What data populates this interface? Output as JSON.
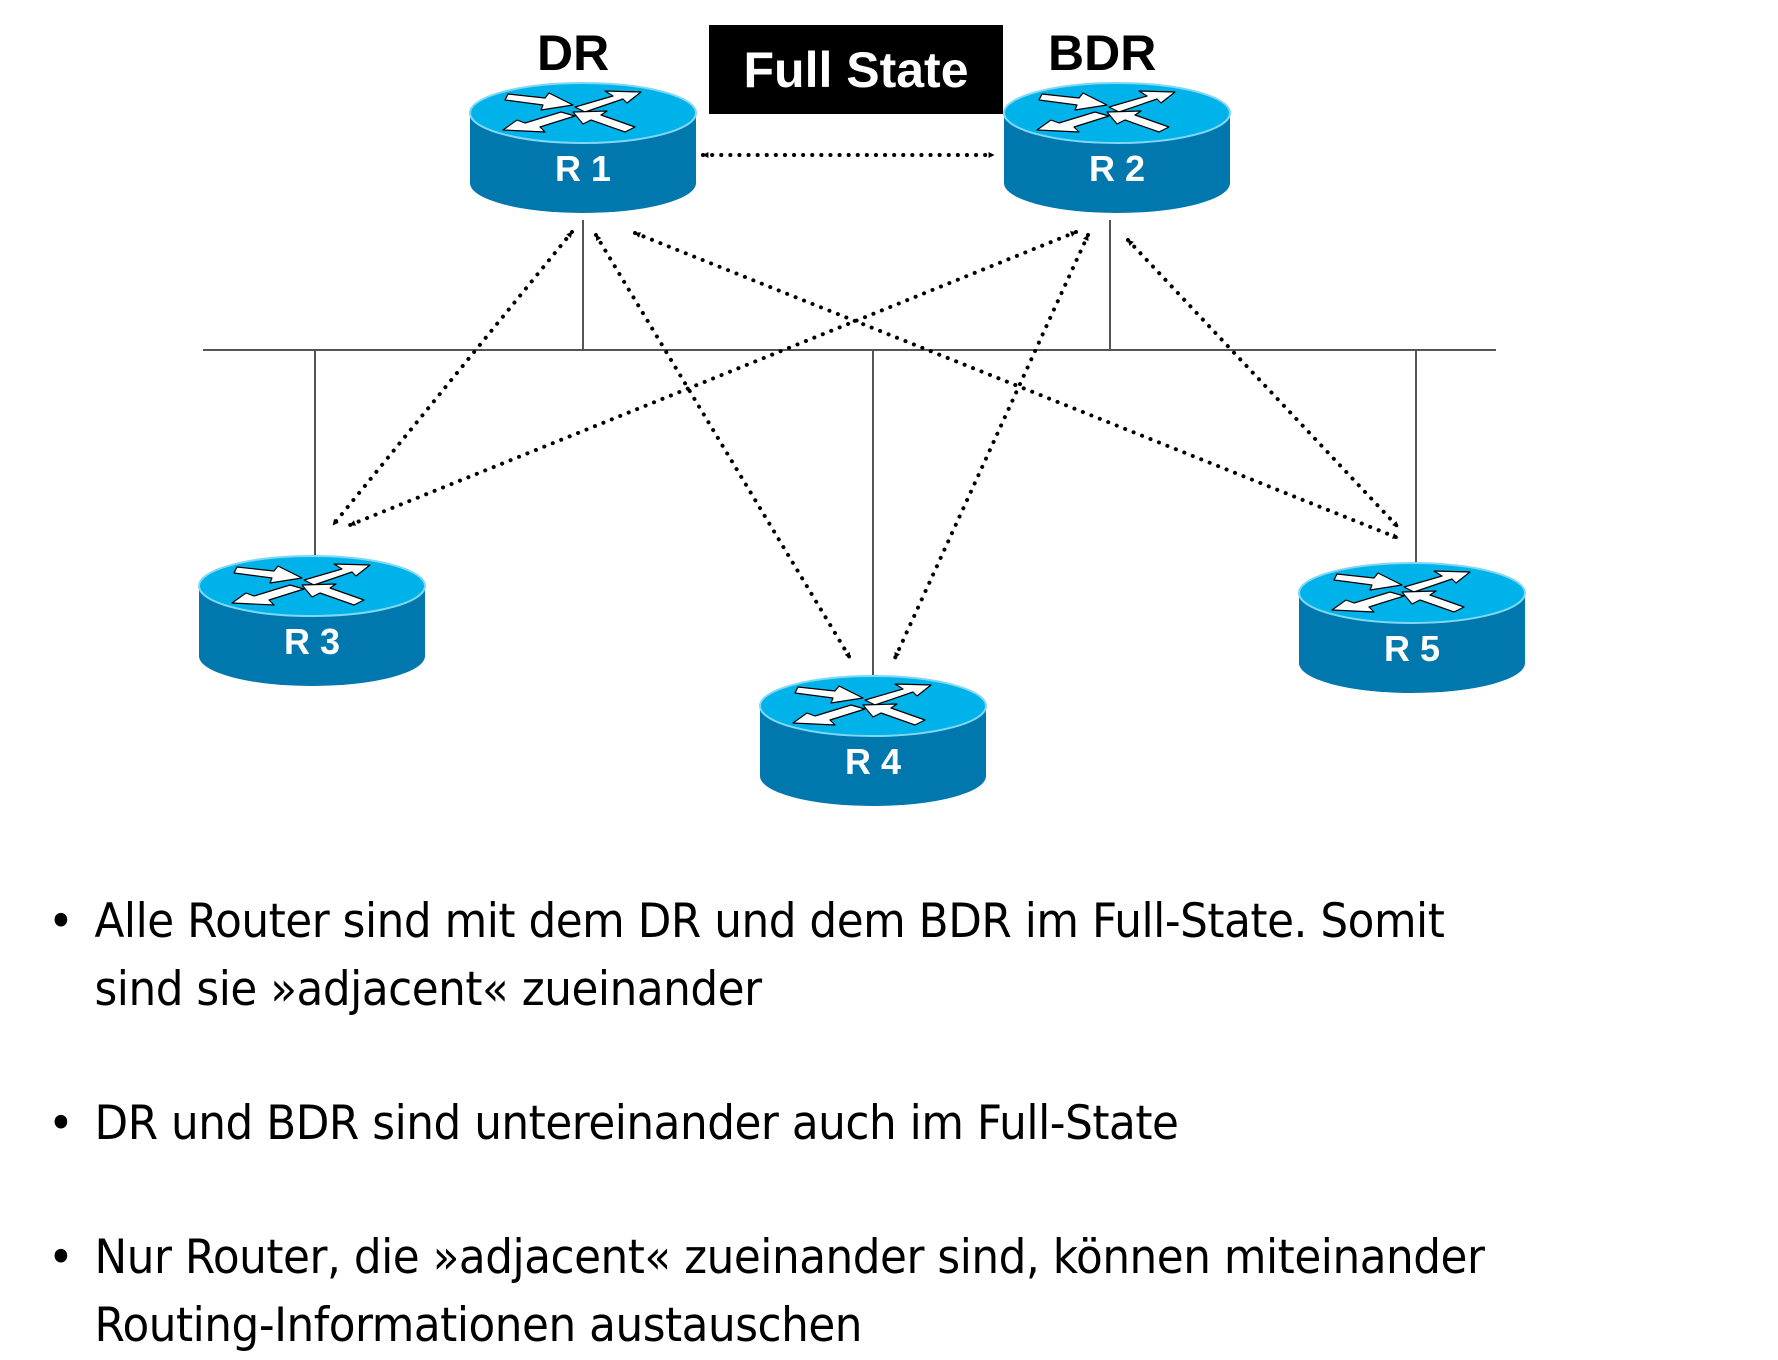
{
  "diagram": {
    "labels": {
      "dr": "DR",
      "bdr": "BDR",
      "state_box": "Full State"
    },
    "colors": {
      "router_top": "#00b2ea",
      "router_side": "#0178ad",
      "router_rim": "#7fd8f5",
      "state_box_bg": "#000000",
      "bus_line": "#555555",
      "adjacency_arrow": "#000000"
    },
    "routers": [
      {
        "id": "R1",
        "label": "R 1",
        "role": "DR"
      },
      {
        "id": "R2",
        "label": "R 2",
        "role": "BDR"
      },
      {
        "id": "R3",
        "label": "R 3",
        "role": ""
      },
      {
        "id": "R4",
        "label": "R 4",
        "role": ""
      },
      {
        "id": "R5",
        "label": "R 5",
        "role": ""
      }
    ],
    "network_segment": "shared broadcast bus",
    "adjacencies": [
      {
        "from": "R1",
        "to": "R2",
        "style": "dotted",
        "bidirectional": true
      },
      {
        "from": "R1",
        "to": "R3",
        "style": "dotted",
        "bidirectional": true
      },
      {
        "from": "R1",
        "to": "R4",
        "style": "dotted",
        "bidirectional": true
      },
      {
        "from": "R1",
        "to": "R5",
        "style": "dotted",
        "bidirectional": true
      },
      {
        "from": "R2",
        "to": "R3",
        "style": "dotted",
        "bidirectional": true
      },
      {
        "from": "R2",
        "to": "R4",
        "style": "dotted",
        "bidirectional": true
      },
      {
        "from": "R2",
        "to": "R5",
        "style": "dotted",
        "bidirectional": true
      }
    ]
  },
  "bullets": [
    {
      "marker": "•",
      "lines": [
        "Alle Router sind mit dem DR und dem BDR im Full-State. Somit",
        "sind sie »adjacent« zueinander"
      ]
    },
    {
      "marker": "•",
      "lines": [
        "DR und BDR sind untereinander auch im Full-State"
      ]
    },
    {
      "marker": "•",
      "lines": [
        "Nur Router, die »adjacent« zueinander sind, können miteinander",
        "Routing-Informationen austauschen"
      ]
    }
  ]
}
